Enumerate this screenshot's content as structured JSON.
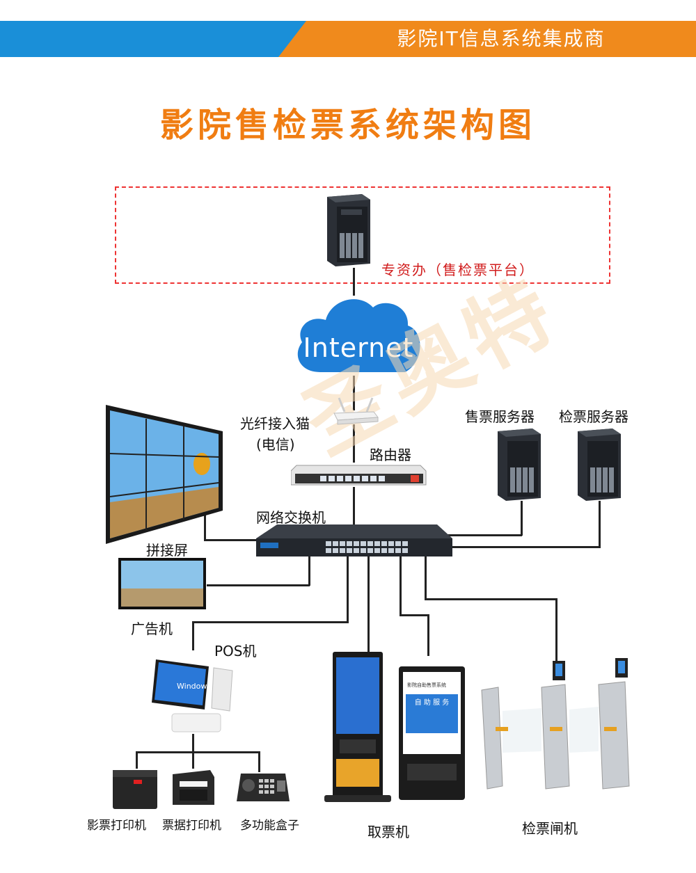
{
  "header": {
    "banner_text": "影院IT信息系统集成商"
  },
  "title": "影院售检票系统架构图",
  "nodes": {
    "platform": "专资办（售检票平台）",
    "internet": "Internet",
    "modem": "光纤接入猫",
    "modem_sub": "(电信)",
    "router": "路由器",
    "sales_server": "售票服务器",
    "check_server": "检票服务器",
    "switch": "网络交换机",
    "video_wall": "拼接屏",
    "ad_machine": "广告机",
    "pos": "POS机",
    "ticket_printer": "影票打印机",
    "receipt_printer": "票据打印机",
    "multi_box": "多功能盒子",
    "kiosk": "取票机",
    "gate": "检票闸机"
  },
  "kiosk_screen": {
    "title": "影院自助售票系统",
    "service": "自 助 服 务"
  },
  "pos_screen": {
    "os": "Windows"
  },
  "colors": {
    "accent_orange": "#f07d12",
    "banner_blue": "#1a8fd8",
    "cloud_blue": "#1f7ed6",
    "dashed_red": "#e33333"
  }
}
